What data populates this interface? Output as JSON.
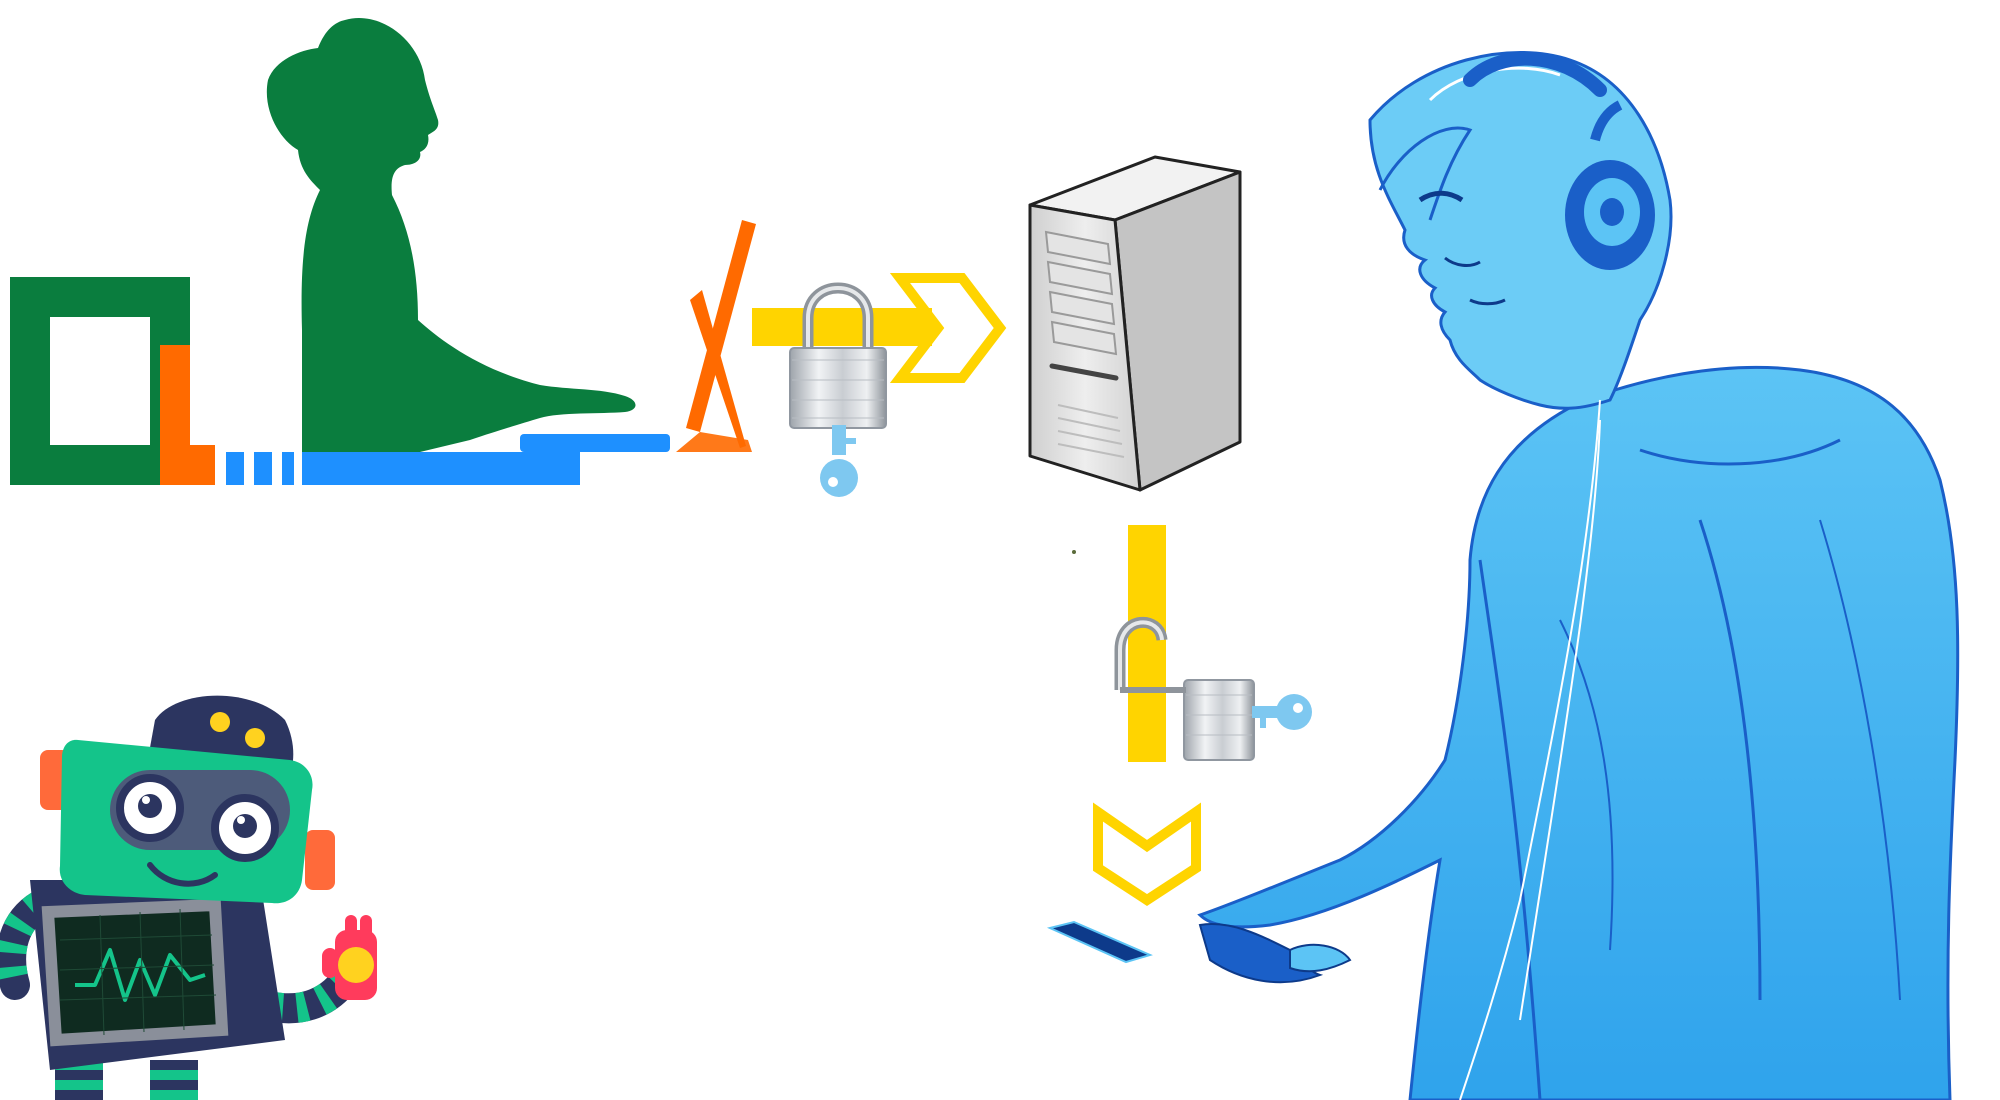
{
  "diagram": {
    "nodes": [
      {
        "id": "sender",
        "icon": "woman-at-computer-icon"
      },
      {
        "id": "server",
        "icon": "server-tower-icon"
      },
      {
        "id": "receiver",
        "icon": "man-with-phone-icon"
      },
      {
        "id": "robot",
        "icon": "robot-mascot-icon"
      }
    ],
    "edges": [
      {
        "from": "sender",
        "to": "server",
        "icon": "locked-padlock-icon",
        "state": "locked"
      },
      {
        "from": "server",
        "to": "receiver",
        "icon": "unlocked-padlock-icon",
        "state": "unlocked"
      }
    ]
  },
  "colors": {
    "green": "#0a7d3e",
    "orange": "#ff6a00",
    "blue": "#1e90ff",
    "arrow_yellow": "#ffd400",
    "key_blue": "#7ec8f0",
    "man_blue": "#38aef0",
    "man_dark": "#1a5fc8",
    "server_gray": "#d9d9d9",
    "robot_green": "#14c48a",
    "robot_navy": "#2c3560"
  }
}
